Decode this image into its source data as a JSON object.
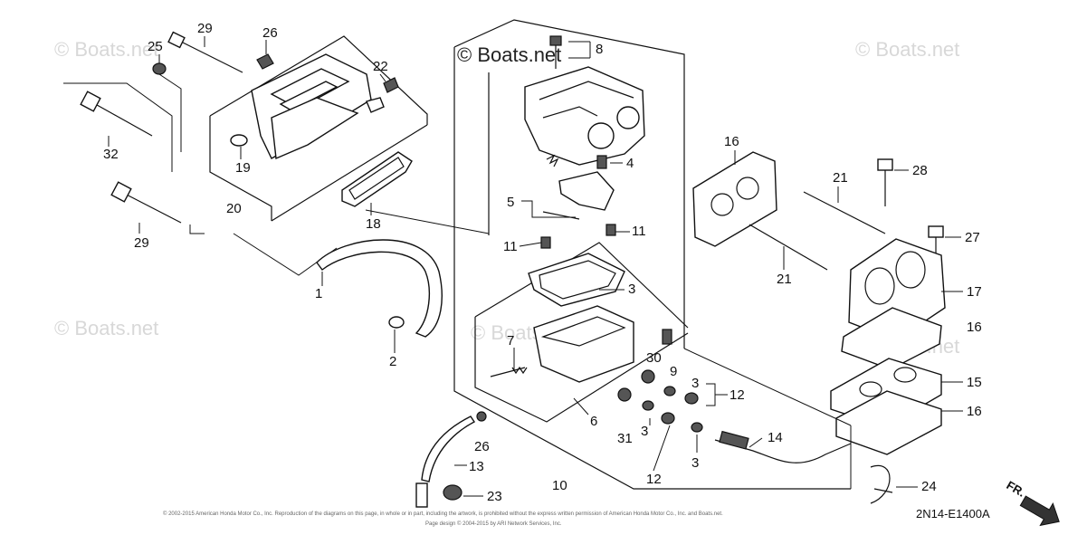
{
  "watermarks": {
    "brand": "© Boats.net",
    "brand_dark": "© Boats.net"
  },
  "diagram_code": "2N14-E1400A",
  "direction_label": "FR.",
  "copyright": {
    "line1": "© 2002-2015 American Honda Motor Co., Inc. Reproduction of the diagrams on this page, in whole or in part, including the artwork, is prohibited without the express written permission of American Honda Motor Co., Inc. and Boats.net.",
    "line2": "Page design © 2004-2015 by ARI Network Services, Inc."
  },
  "callouts": {
    "c1": "1",
    "c2": "2",
    "c3a": "3",
    "c3b": "3",
    "c3c": "3",
    "c3d": "3",
    "c4": "4",
    "c5": "5",
    "c6": "6",
    "c7": "7",
    "c8": "8",
    "c9": "9",
    "c10": "10",
    "c11a": "11",
    "c11b": "11",
    "c12a": "12",
    "c12b": "12",
    "c13": "13",
    "c14": "14",
    "c15": "15",
    "c16a": "16",
    "c16b": "16",
    "c16c": "16",
    "c17": "17",
    "c18": "18",
    "c19": "19",
    "c20": "20",
    "c21a": "21",
    "c21b": "21",
    "c22": "22",
    "c23": "23",
    "c24": "24",
    "c25": "25",
    "c26a": "26",
    "c26b": "26",
    "c27": "27",
    "c28": "28",
    "c29a": "29",
    "c29b": "29",
    "c30": "30",
    "c31": "31",
    "c32": "32"
  }
}
